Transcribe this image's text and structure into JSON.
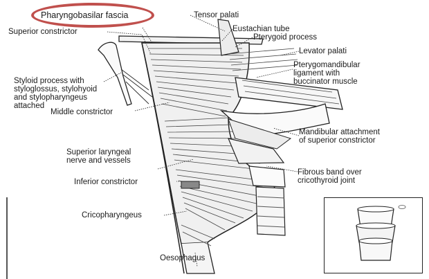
{
  "highlight": {
    "color": "#c0504d"
  },
  "labels": {
    "pharyngobasilar": "Pharyngobasilar fascia",
    "tensor_palati": "Tensor palati",
    "superior_constrictor": "Superior constrictor",
    "eustachian_tube": "Eustachian tube",
    "pterygoid_process": "Pterygoid process",
    "levator_palati": "Levator palati",
    "pterygomandibular": "Pterygomandibular\nligament with\nbuccinator muscle",
    "styloid": "Styloid process with\nstyloglossus, stylohyoid\nand stylopharyngeus\nattached",
    "middle_constrictor": "Middle constrictor",
    "mandibular_attachment": "Mandibular attachment\nof superior constrictor",
    "superior_laryngeal": "Superior laryngeal\nnerve and vessels",
    "fibrous_band": "Fibrous band over\ncricothyroid joint",
    "inferior_constrictor": "Inferior constrictor",
    "cricopharyngeus": "Cricopharyngeus",
    "oesophagus": "Oesophagus"
  }
}
